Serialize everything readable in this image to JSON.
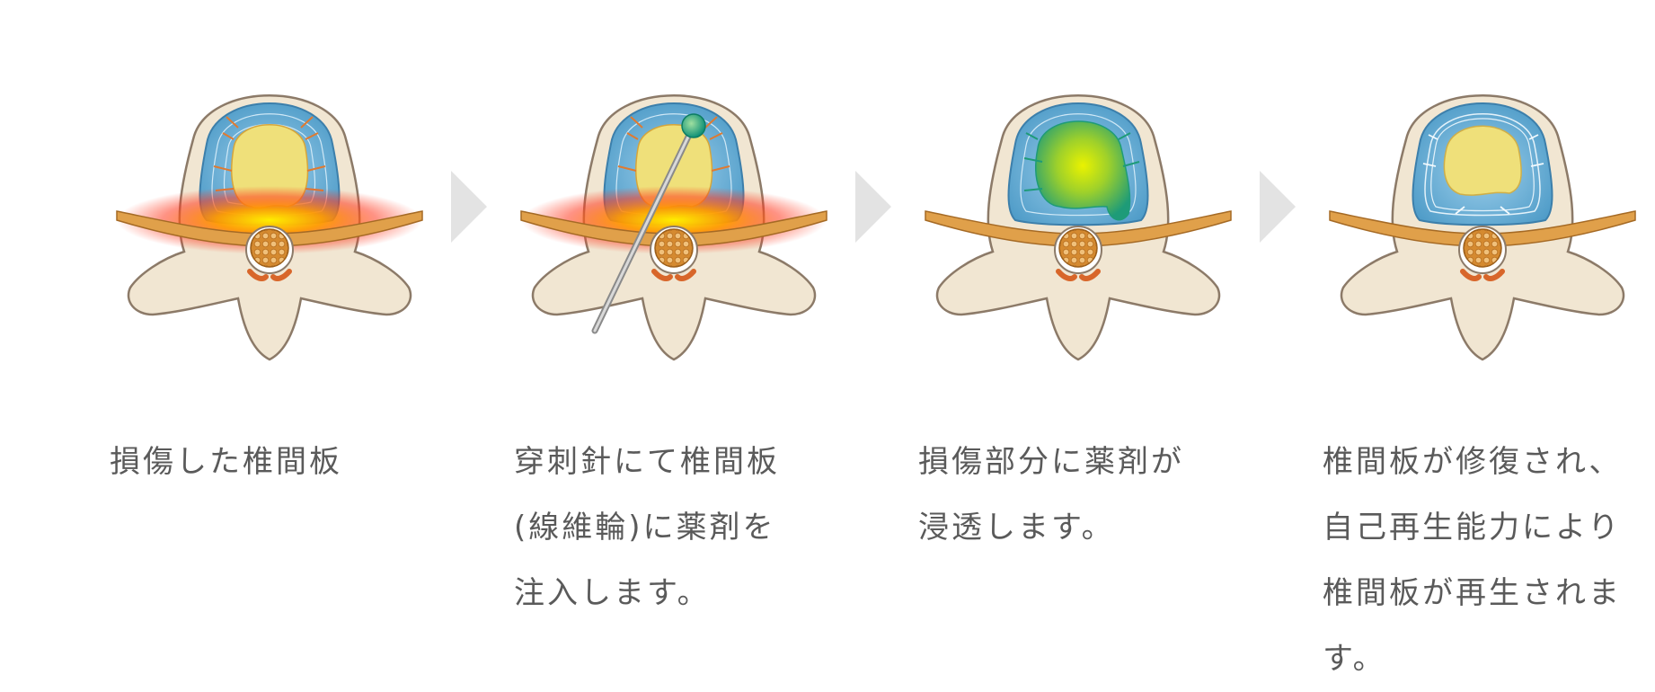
{
  "steps": [
    {
      "id": "damaged",
      "caption": "損傷した椎間板",
      "icon": "damaged-disc-icon"
    },
    {
      "id": "injection",
      "caption": "穿刺針にて椎間板\n(線維輪)に薬剤を\n注入します。",
      "icon": "needle-injection-icon"
    },
    {
      "id": "permeation",
      "caption": "損傷部分に薬剤が\n浸透します。",
      "icon": "drug-permeation-icon"
    },
    {
      "id": "regeneration",
      "caption": "椎間板が修復され、\n自己再生能力により\n椎間板が再生されま\nす。",
      "icon": "regenerated-disc-icon"
    }
  ],
  "colors": {
    "bone": "#f1e6d2",
    "bone_outline": "#8c7a68",
    "annulus": "#6aaed4",
    "nucleus": "#efe07a",
    "nerve": "#e0a04a",
    "inflammation": "#ff4a1a",
    "drug": "#25a77a",
    "arrow": "#e3e3e3",
    "text": "#5a5a5a"
  }
}
